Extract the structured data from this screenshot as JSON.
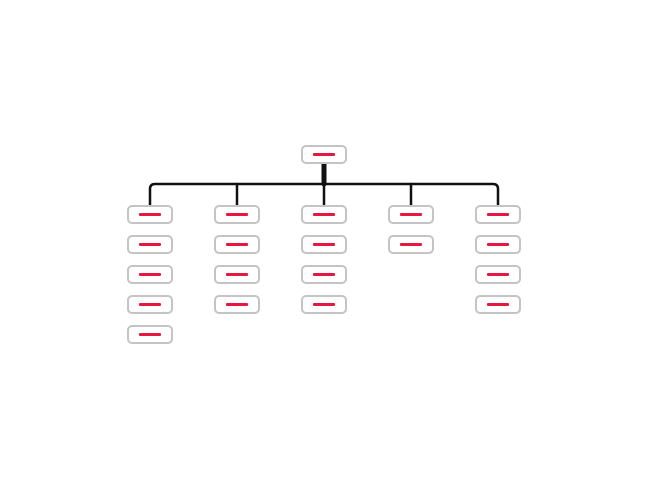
{
  "diagram": {
    "type": "hierarchy",
    "root": {
      "id": "root"
    },
    "columns": [
      {
        "id": "col-1",
        "children": 5
      },
      {
        "id": "col-2",
        "children": 4
      },
      {
        "id": "col-3",
        "children": 4
      },
      {
        "id": "col-4",
        "children": 2
      },
      {
        "id": "col-5",
        "children": 4
      }
    ]
  },
  "colors": {
    "node_border": "#c4c4c4",
    "node_fill": "#ffffff",
    "node_bar": "#e8173f",
    "connector": "#111111",
    "background": "#ffffff"
  }
}
